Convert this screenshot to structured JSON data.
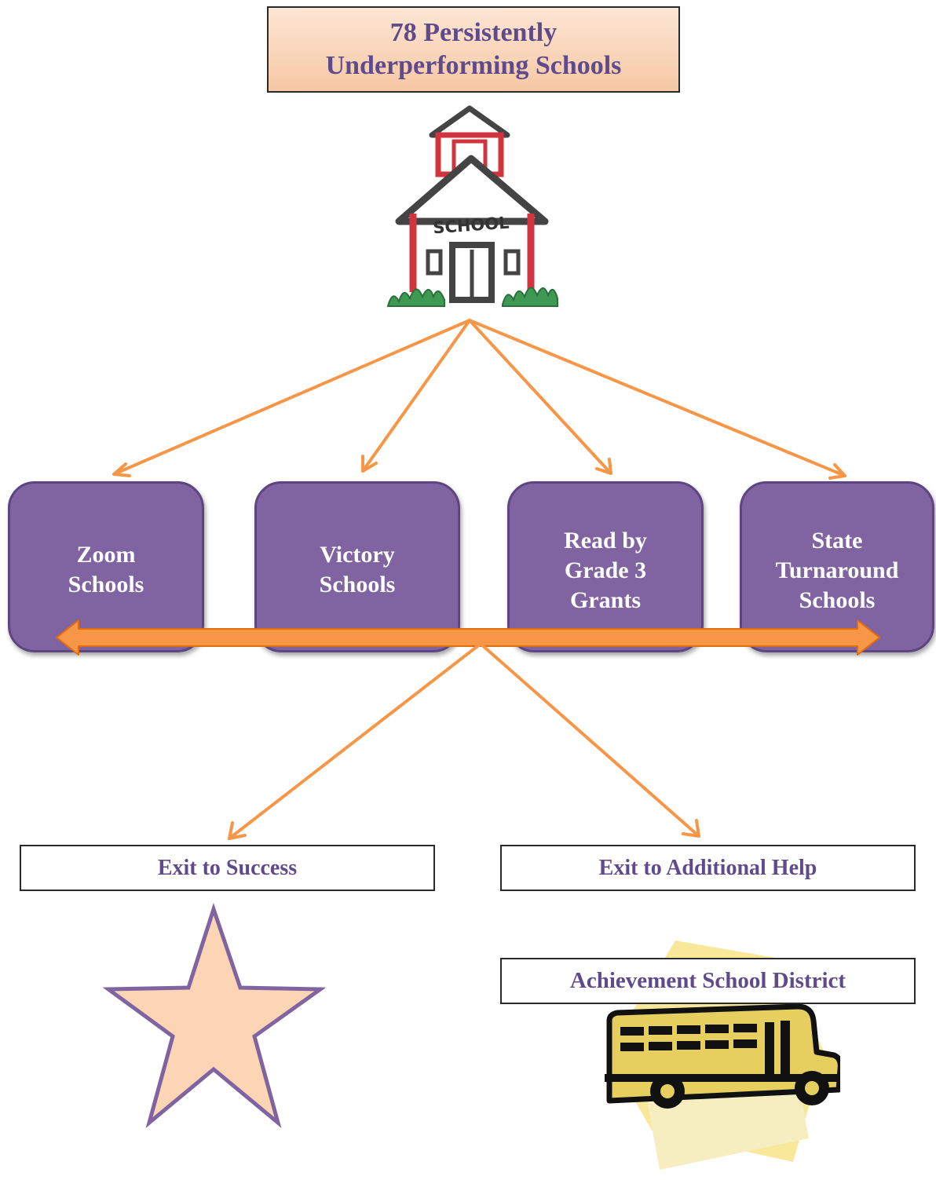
{
  "title": {
    "line1": "78 Persistently",
    "line2": "Underperforming Schools"
  },
  "schoolhouse": {
    "sign_text": "SCHOOL"
  },
  "programs": [
    {
      "lines": [
        "Zoom",
        "Schools"
      ]
    },
    {
      "lines": [
        "Victory",
        "Schools"
      ]
    },
    {
      "lines": [
        "Read by",
        "Grade 3",
        "Grants"
      ]
    },
    {
      "lines": [
        "State",
        "Turnaround",
        "Schools"
      ]
    }
  ],
  "exits": {
    "success": "Exit to Success",
    "additional_help": "Exit to Additional Help"
  },
  "district": "Achievement School District",
  "colors": {
    "purple": "#8064a2",
    "purple_text": "#5f4b8b",
    "arrow_orange": "#f79646",
    "peach": "#fcd5b5"
  },
  "icons": [
    "schoolhouse-icon",
    "star-icon",
    "school-bus-icon"
  ]
}
